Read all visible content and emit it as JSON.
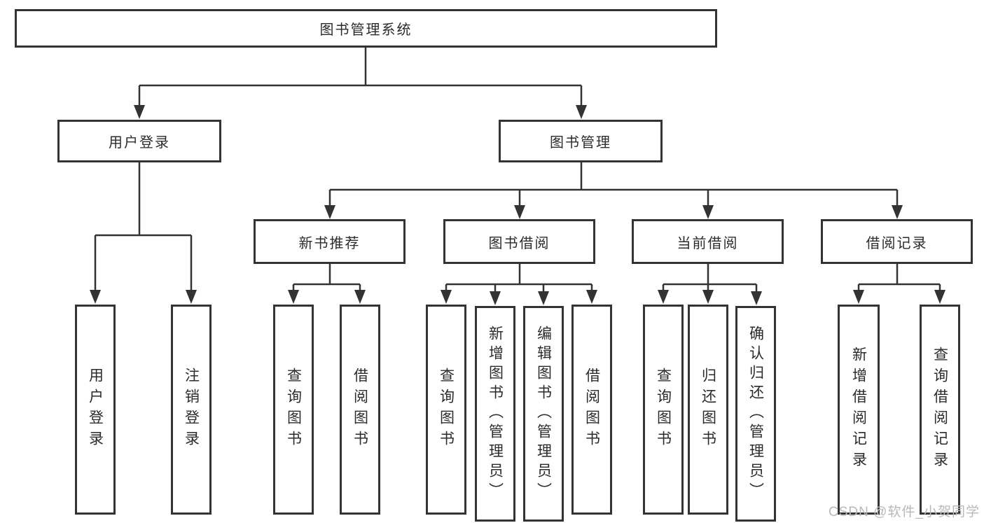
{
  "title": "图书管理系统",
  "branches": [
    {
      "label": "用户登录",
      "children": [
        {
          "label": "用户登录"
        },
        {
          "label": "注销登录"
        }
      ]
    },
    {
      "label": "图书管理",
      "sections": [
        {
          "label": "新书推荐",
          "children": [
            {
              "label": "查询图书"
            },
            {
              "label": "借阅图书"
            }
          ]
        },
        {
          "label": "图书借阅",
          "children": [
            {
              "label": "查询图书"
            },
            {
              "label": "新增图书（管理员）"
            },
            {
              "label": "编辑图书（管理员）"
            },
            {
              "label": "借阅图书"
            }
          ]
        },
        {
          "label": "当前借阅",
          "children": [
            {
              "label": "查询图书"
            },
            {
              "label": "归还图书"
            },
            {
              "label": "确认归还（管理员）"
            }
          ]
        },
        {
          "label": "借阅记录",
          "children": [
            {
              "label": "新增借阅记录"
            },
            {
              "label": "查询借阅记录"
            }
          ]
        }
      ]
    }
  ],
  "watermark": "CSDN @软件_小贺同学",
  "colors": {
    "line": "#333333",
    "text": "#2b2b2b",
    "watermark": "#b9b9b9",
    "box_bg": "#ffffff"
  }
}
